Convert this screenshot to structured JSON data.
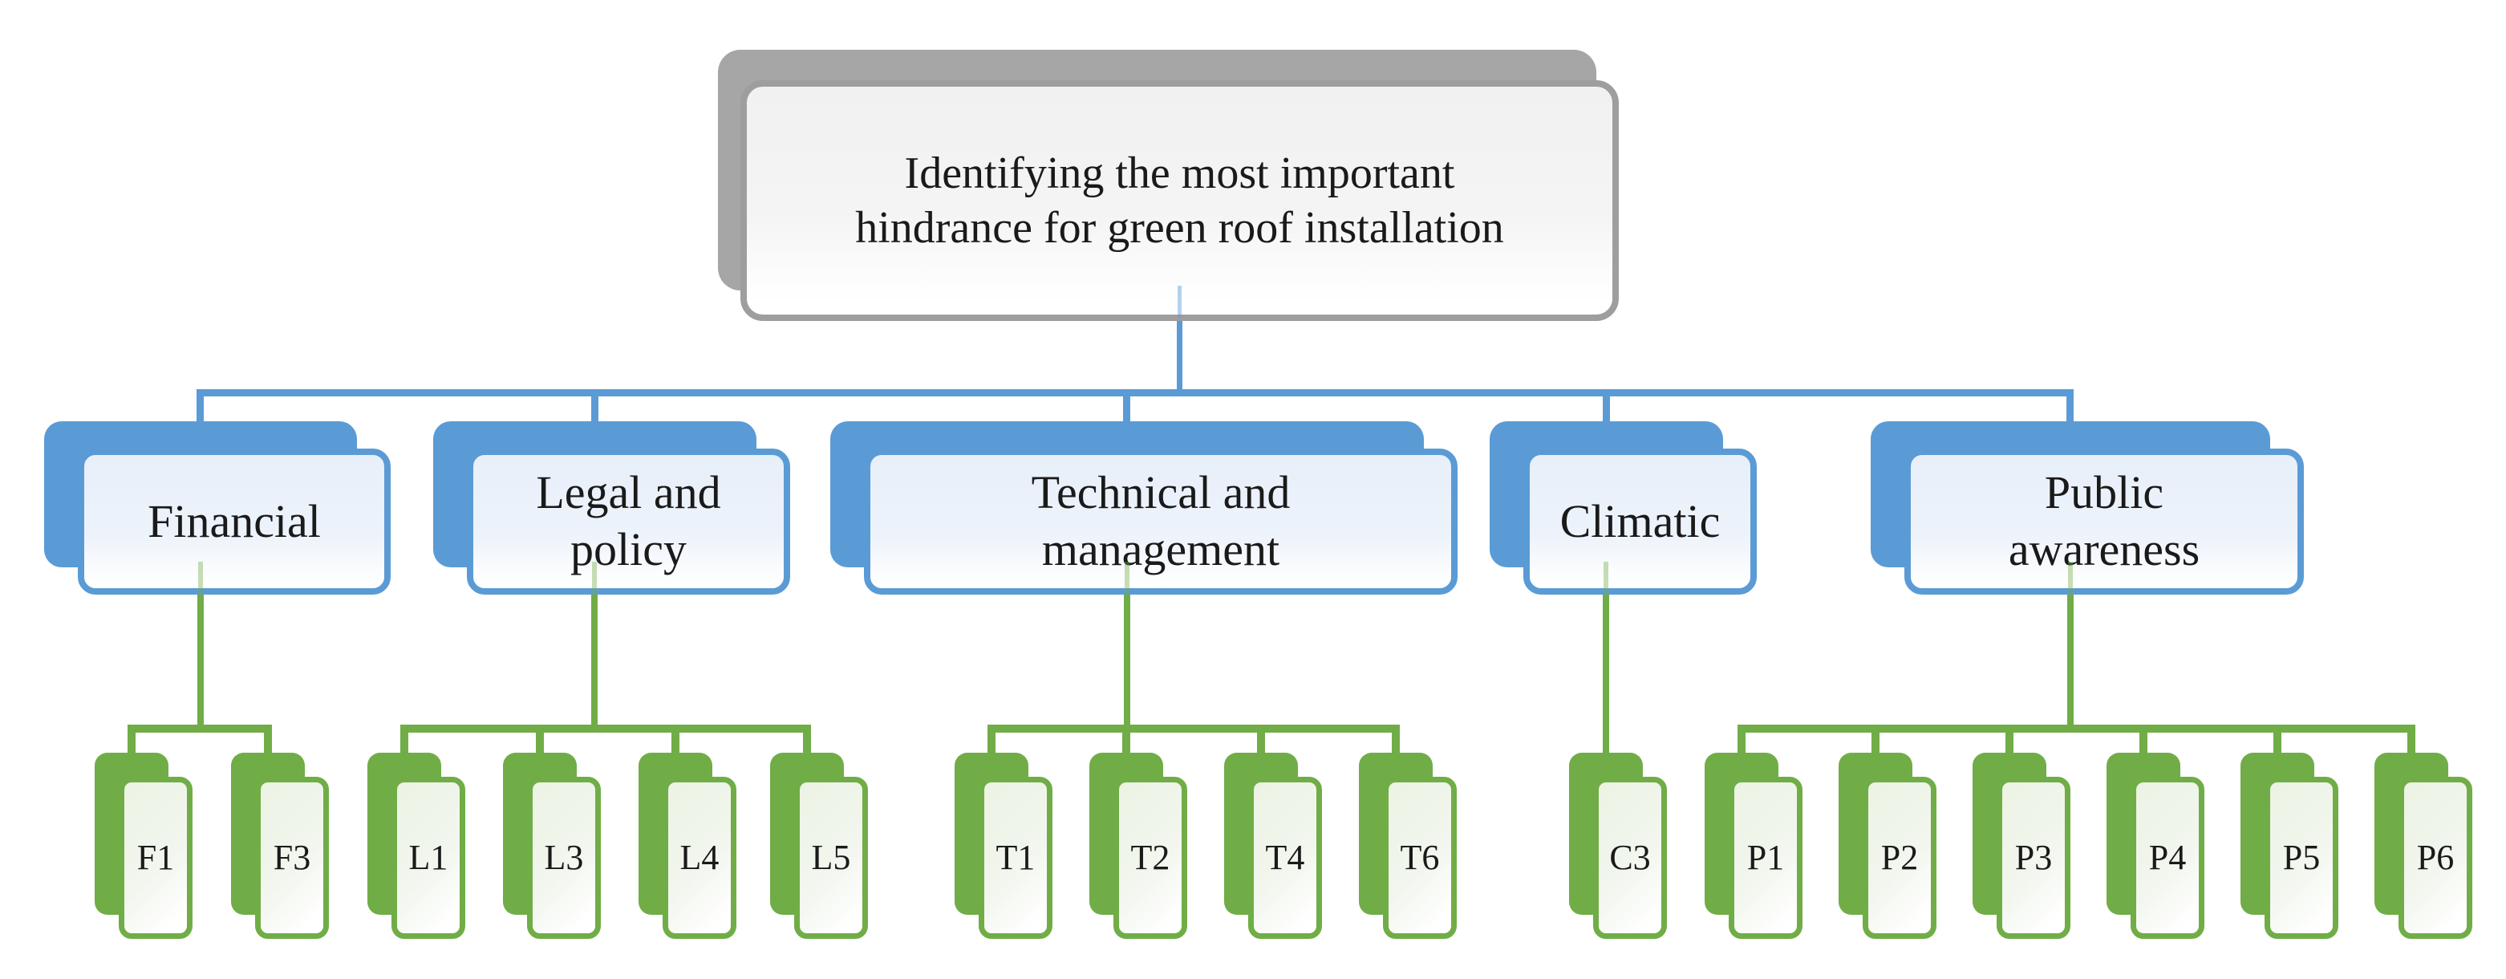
{
  "root": {
    "label": "Identifying the most important\nhindrance for green roof installation"
  },
  "categories": [
    {
      "label": "Financial",
      "children": [
        "F1",
        "F3"
      ]
    },
    {
      "label": "Legal and\npolicy",
      "children": [
        "L1",
        "L3",
        "L4",
        "L5"
      ]
    },
    {
      "label": "Technical and\nmanagement",
      "children": [
        "T1",
        "T2",
        "T4",
        "T6"
      ]
    },
    {
      "label": "Climatic",
      "children": [
        "C3"
      ]
    },
    {
      "label": "Public\nawareness",
      "children": [
        "P1",
        "P2",
        "P3",
        "P4",
        "P5",
        "P6"
      ]
    }
  ],
  "colors": {
    "branch_accent": "#5B9BD5",
    "leaf_accent": "#70AD47",
    "root_accent": "#A6A6A6",
    "text": "#1A1A1A",
    "background": "#FFFFFF"
  }
}
